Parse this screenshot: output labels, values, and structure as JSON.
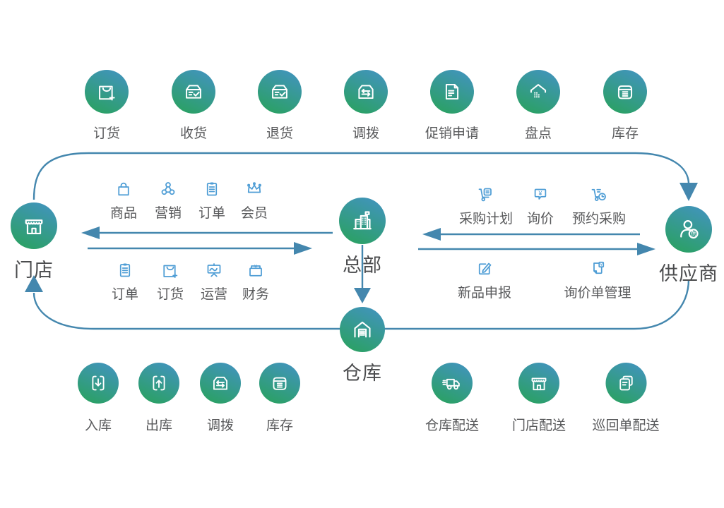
{
  "palette": {
    "node_gradient_top": "#4194BB",
    "node_gradient_bottom": "#2AA161",
    "connector_color": "#4487AE",
    "mini_icon_color": "#4E9DD5",
    "label_color": "#58595B"
  },
  "currency_symbol": "¥",
  "top_row": {
    "items": [
      {
        "label": "订货",
        "icon": "bag-plus-icon"
      },
      {
        "label": "收货",
        "icon": "receive-box-icon"
      },
      {
        "label": "退货",
        "icon": "return-box-icon"
      },
      {
        "label": "调拨",
        "icon": "transfer-box-icon"
      },
      {
        "label": "促销申请",
        "icon": "promo-document-icon"
      },
      {
        "label": "盘点",
        "icon": "stocktake-building-icon"
      },
      {
        "label": "库存",
        "icon": "inventory-box-icon"
      }
    ]
  },
  "nodes": {
    "store": {
      "label": "门店",
      "icon": "storefront-icon"
    },
    "headquarters": {
      "label": "总部",
      "icon": "hq-building-icon"
    },
    "supplier": {
      "label": "供应商",
      "icon": "supplier-person-icon",
      "badge": "供"
    },
    "warehouse": {
      "label": "仓库",
      "icon": "warehouse-icon"
    }
  },
  "store_hq_panel": {
    "top_items": [
      {
        "label": "商品",
        "icon": "bag-icon"
      },
      {
        "label": "营销",
        "icon": "network-icon"
      },
      {
        "label": "订单",
        "icon": "clipboard-icon"
      },
      {
        "label": "会员",
        "icon": "crown-icon"
      }
    ],
    "bottom_items": [
      {
        "label": "订单",
        "icon": "clipboard-icon"
      },
      {
        "label": "订货",
        "icon": "bag-plus-icon"
      },
      {
        "label": "运营",
        "icon": "chart-board-icon"
      },
      {
        "label": "财务",
        "icon": "cash-box-icon"
      }
    ]
  },
  "hq_supplier_panel": {
    "top_items": [
      {
        "label": "采购计划",
        "icon": "cart-document-icon"
      },
      {
        "label": "询价",
        "icon": "quote-bubble-icon"
      },
      {
        "label": "预约采购",
        "icon": "cart-clock-icon"
      }
    ],
    "bottom_items": [
      {
        "label": "新品申报",
        "icon": "edit-pencil-icon"
      },
      {
        "label": "询价单管理",
        "icon": "document-yen-icon"
      }
    ]
  },
  "warehouse_row": {
    "items": [
      {
        "label": "入库",
        "icon": "arrow-in-box-icon"
      },
      {
        "label": "出库",
        "icon": "arrow-out-box-icon"
      },
      {
        "label": "调拨",
        "icon": "transfer-box-icon"
      },
      {
        "label": "库存",
        "icon": "inventory-box-icon"
      }
    ]
  },
  "delivery_row": {
    "items": [
      {
        "label": "仓库配送",
        "icon": "truck-icon"
      },
      {
        "label": "门店配送",
        "icon": "storefront-icon"
      },
      {
        "label": "巡回单配送",
        "icon": "documents-stack-icon"
      }
    ]
  }
}
